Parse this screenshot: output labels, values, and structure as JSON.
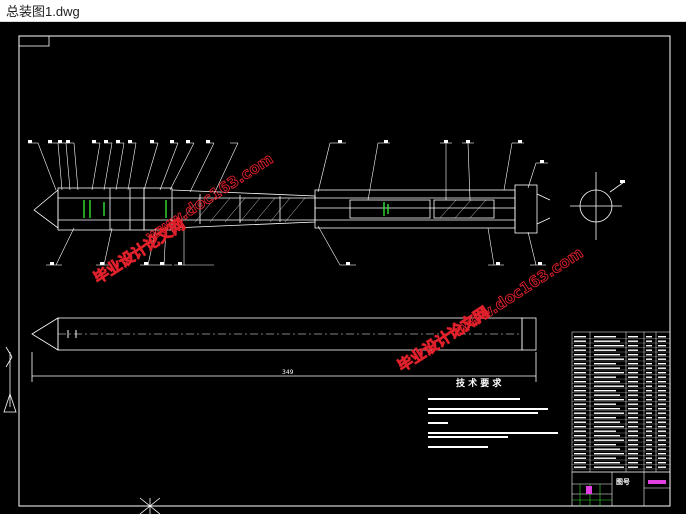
{
  "window": {
    "title": "总装图1.dwg"
  },
  "drawing": {
    "tech_requirements_title": "技 术 要 求",
    "dimension_label": "349",
    "block_label": "图号",
    "watermarks": [
      {
        "cn": "毕业设计论文网",
        "url": "www.doc163.com"
      },
      {
        "cn": "毕业设计论文网",
        "url": "www.doc163.com"
      }
    ],
    "colors": {
      "background": "#000000",
      "lines": "#ffffff",
      "watermark": "#e0202a",
      "green": "#35e035",
      "magenta": "#e040e0"
    }
  }
}
